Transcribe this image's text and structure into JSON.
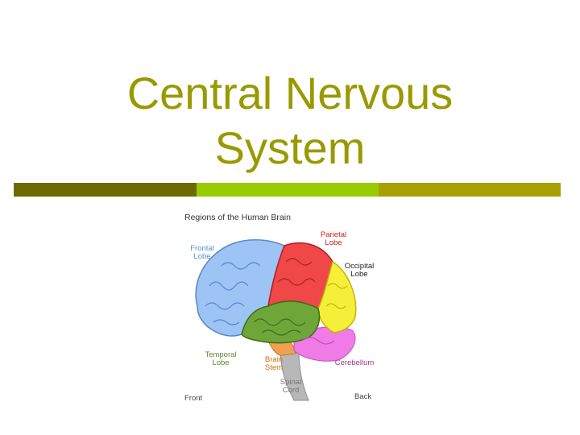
{
  "slide": {
    "title_line1": "Central Nervous",
    "title_line2": "System"
  },
  "colors": {
    "title": "#999a00",
    "rule_left": "#6b6b00",
    "rule_middle": "#99cc00",
    "rule_right": "#a8a000"
  },
  "diagram": {
    "heading": "Regions of the Human Brain",
    "labels": {
      "frontal_1": "Frontal",
      "frontal_2": "Lobe",
      "parietal_1": "Parietal",
      "parietal_2": "Lobe",
      "occipital_1": "Occipital",
      "occipital_2": "Lobe",
      "temporal_1": "Temporal",
      "temporal_2": "Lobe",
      "brainstem_1": "Brain",
      "brainstem_2": "Stem",
      "cerebellum": "Cerebellum",
      "spinal_1": "Spinal",
      "spinal_2": "Cord",
      "front": "Front",
      "back": "Back"
    },
    "region_colors": {
      "frontal": "#9ec3f5",
      "parietal": "#f04848",
      "occipital": "#f5ef3a",
      "temporal": "#6ea63a",
      "cerebellum": "#f07ae6",
      "brainstem": "#f0a050",
      "spinal_cord": "#b8b8b8"
    }
  }
}
